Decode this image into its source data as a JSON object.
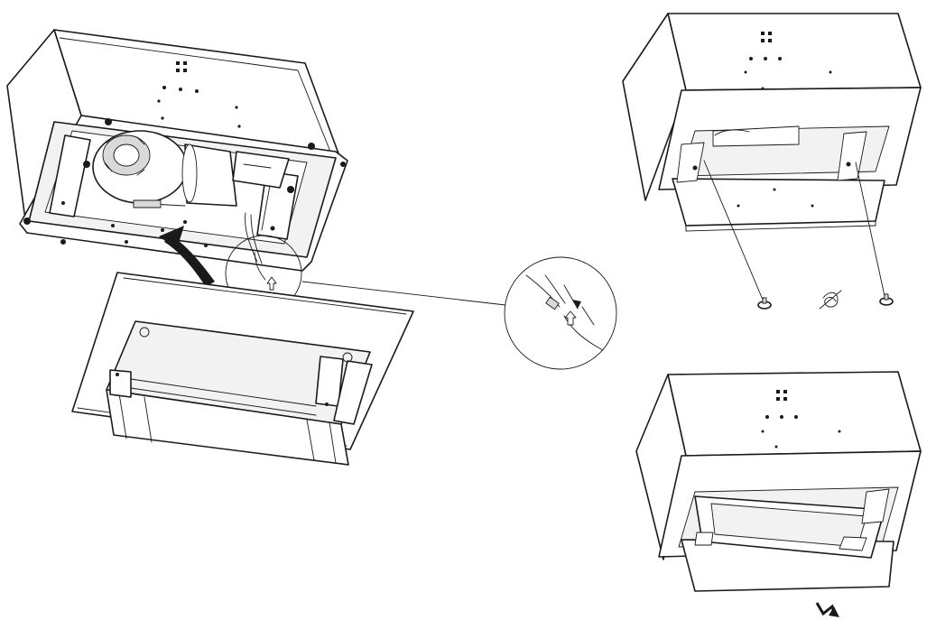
{
  "figure": {
    "panels": [
      {
        "id": "main-assembly",
        "step": "connect-cable-and-lift-panel"
      },
      {
        "id": "cable-connector-detail",
        "step": "magnified-connector"
      },
      {
        "id": "right-top",
        "step": "screw-panel-to-hood"
      },
      {
        "id": "right-bottom",
        "step": "install-filter-in-panel"
      }
    ],
    "icons": [
      "curved-arrow-icon",
      "connector-arrow-icon",
      "screw-icon",
      "cable-clip-icon"
    ]
  }
}
